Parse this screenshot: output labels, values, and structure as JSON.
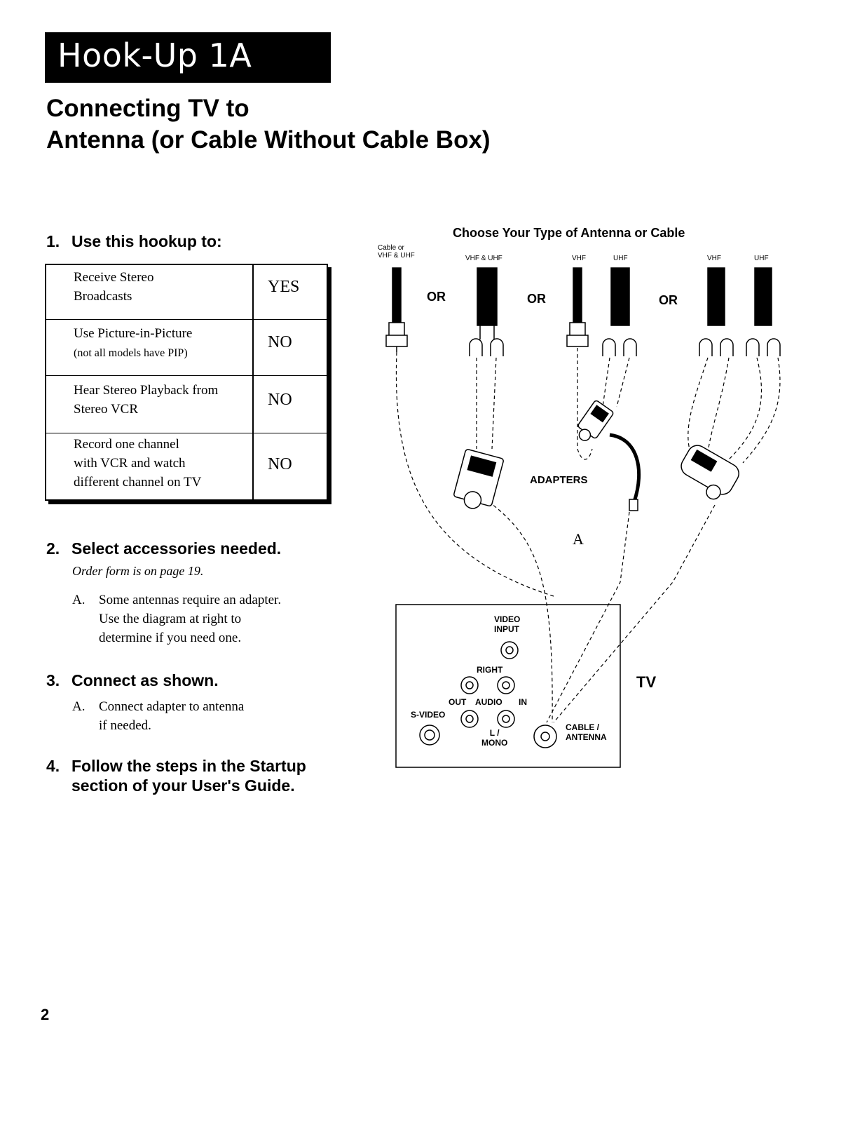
{
  "header": {
    "banner": "Hook-Up 1A",
    "title_line1": "Connecting TV to",
    "title_line2": "Antenna (or Cable Without Cable Box)"
  },
  "steps": [
    {
      "num": "1.",
      "text": "Use this hookup to:"
    },
    {
      "num": "2.",
      "text": "Select accessories needed."
    },
    {
      "num": "3.",
      "text": "Connect as shown."
    },
    {
      "num": "4.",
      "text_line1": "Follow the steps in the Startup",
      "text_line2": "section of your User's Guide."
    }
  ],
  "hookup_table": {
    "rows": [
      {
        "feature_line1": "Receive Stereo",
        "feature_line2": "Broadcasts",
        "value": "YES"
      },
      {
        "feature_line1": "Use Picture-in-Picture",
        "feature_line2": "(not all models have PIP)",
        "value": "NO"
      },
      {
        "feature_line1": "Hear  Stereo Playback from",
        "feature_line2": "Stereo VCR",
        "value": "NO"
      },
      {
        "feature_line1": "Record one channel",
        "feature_line2": "with VCR and watch",
        "feature_line3": "different channel on TV",
        "value": "NO"
      }
    ]
  },
  "accessories": {
    "order_note": "Order form is on page 19.",
    "item_letter": "A.",
    "item_line1": "Some antennas require an adapter.",
    "item_line2": "Use the diagram at right to",
    "item_line3": "determine if you need one."
  },
  "connect": {
    "item_letter": "A.",
    "item_line1": "Connect adapter to antenna",
    "item_line2": "if  needed."
  },
  "diagram": {
    "heading": "Choose Your Type of Antenna or Cable",
    "cable_label_line1": "Cable or",
    "cable_label_line2": "VHF & UHF",
    "vhf_uhf": "VHF & UHF",
    "vhf": "VHF",
    "uhf": "UHF",
    "or": "OR",
    "adapters": "ADAPTERS",
    "adapter_letter": "A",
    "tv": "TV",
    "panel": {
      "video_line1": "VIDEO",
      "video_line2": "INPUT",
      "right": "RIGHT",
      "out": "OUT",
      "audio": "AUDIO",
      "in": "IN",
      "svideo": "S-VIDEO",
      "l": "L /",
      "mono": "MONO",
      "cable_line1": "CABLE /",
      "cable_line2": "ANTENNA"
    }
  },
  "footer": {
    "page_number": "2"
  }
}
